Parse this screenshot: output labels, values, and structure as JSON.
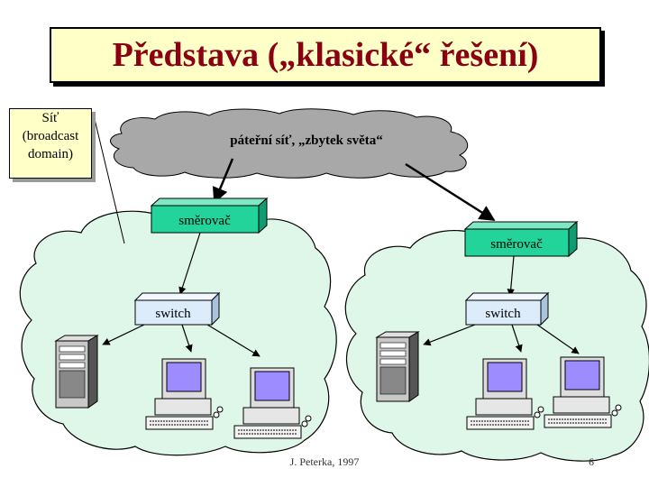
{
  "title": "Představa („klasické“ řešení)",
  "note": {
    "line1": "Síť",
    "line2": "(broadcast",
    "line3": "domain)"
  },
  "backbone_label": "páteřní síť, „zbytek světa“",
  "router_label": "směrovač",
  "switch_label": "switch",
  "footer_author": "J. Peterka, 1997",
  "footer_page": "6",
  "colors": {
    "title_text": "#8a0012",
    "title_bg": "#ffffc8",
    "cloud_network": "#dff7e8",
    "cloud_backbone": "#a8a8a8",
    "router_face": "#22d39a",
    "switch_face": "#dcecfb",
    "screen": "#9c8cff"
  }
}
